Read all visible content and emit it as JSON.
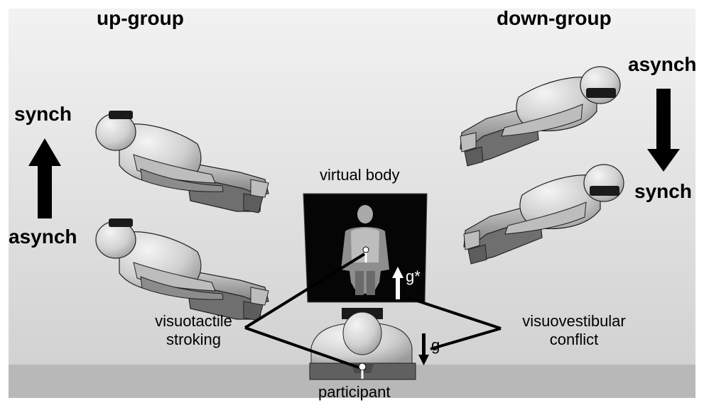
{
  "groups": {
    "up": {
      "title": "up-group",
      "top_label": "synch",
      "bottom_label": "asynch"
    },
    "down": {
      "title": "down-group",
      "top_label": "asynch",
      "bottom_label": "synch"
    }
  },
  "center": {
    "virtual_body": "virtual body",
    "g_star": "g*",
    "g": "g",
    "participant": "participant"
  },
  "annotations": {
    "visuotactile_line1": "visuotactile",
    "visuotactile_line2": "stroking",
    "visuovestibular_line1": "visuovestibular",
    "visuovestibular_line2": "conflict"
  },
  "colors": {
    "background_top": "#efefef",
    "background_bottom": "#d6d6d6",
    "floor": "#b9b9b9",
    "body_fill": "#d4d4d4",
    "body_shadow": "#7d7d7d",
    "screen": "#000000",
    "arrow": "#000000"
  }
}
